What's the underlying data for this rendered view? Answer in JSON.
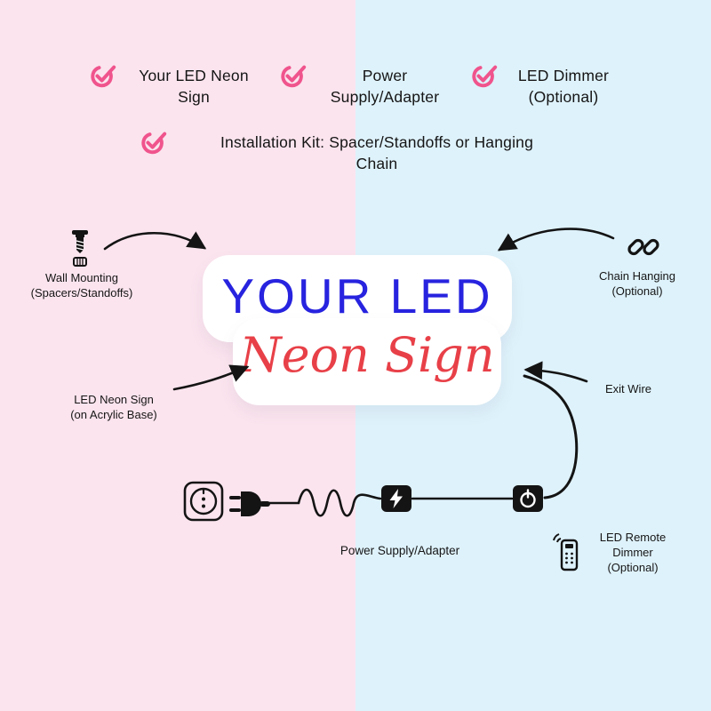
{
  "colors": {
    "bg_left": "#fbe4ee",
    "bg_right": "#def2fb",
    "accent_pink": "#f0548c",
    "title_blue": "#2723df",
    "script_red": "#e84048",
    "ink": "#141414"
  },
  "checklist": {
    "items": [
      {
        "label": "Your LED Neon\nSign"
      },
      {
        "label": "Power\nSupply/Adapter"
      },
      {
        "label": "LED Dimmer\n(Optional)"
      },
      {
        "label": "Installation Kit: Spacer/Standoffs or Hanging\nChain"
      }
    ]
  },
  "sign": {
    "title": "YOUR LED",
    "subtitle": "Neon Sign"
  },
  "callouts": {
    "wall_mounting": "Wall Mounting\n(Spacers/Standoffs)",
    "chain_hanging": "Chain Hanging\n(Optional)",
    "neon_base": "LED Neon Sign\n(on Acrylic Base)",
    "exit_wire": "Exit Wire",
    "power_supply": "Power Supply/Adapter",
    "remote_dimmer": "LED Remote\nDimmer\n(Optional)"
  },
  "icons": {
    "check": "circle-check-icon",
    "screw": "screw-standoff-icon",
    "chain": "chain-links-icon",
    "socket": "wall-socket-icon",
    "plug": "power-plug-icon",
    "adapter": "power-adapter-icon",
    "dimmer": "power-dimmer-icon",
    "remote": "remote-control-icon"
  }
}
